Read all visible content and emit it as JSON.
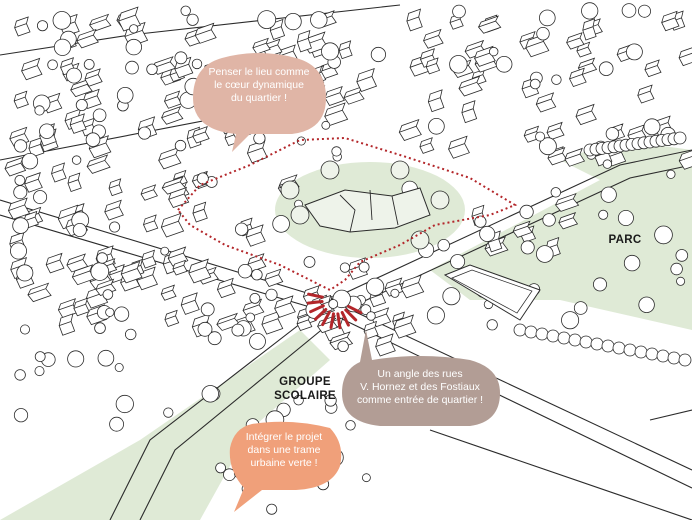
{
  "labels": {
    "parc": "PARC",
    "groupe_scolaire": "GROUPE\nSCOLAIRE"
  },
  "bubbles": {
    "coeur": "Penser le lieu comme\nle cœur dynamique\ndu quartier !",
    "angle": "Un angle des rues\nV. Hornez et des Fostiaux\ncomme entrée de quartier !",
    "trame": "Intégrer le projet\ndans une trame\nurbaine verte !"
  },
  "colors": {
    "bubble_coeur": "#e0b5a6",
    "bubble_angle": "#b29d95",
    "bubble_trame": "#f0a07a",
    "green_area": "#dfead6",
    "perimeter": "#b3262a",
    "ink": "#2b2b2b"
  }
}
